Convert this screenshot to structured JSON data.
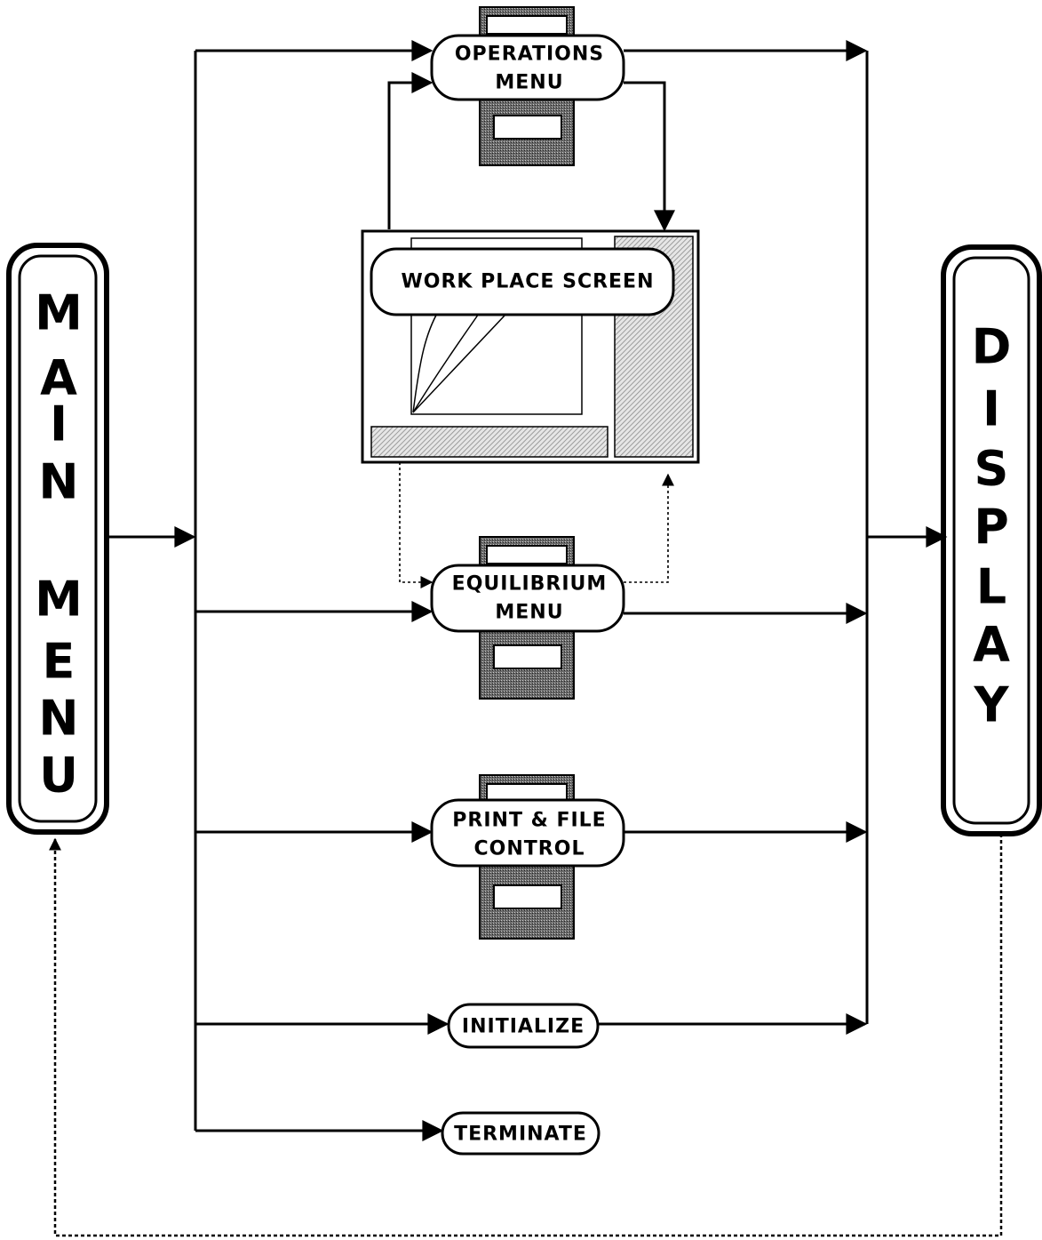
{
  "main_menu": {
    "letters": [
      "M",
      "A",
      "I",
      "N",
      "M",
      "E",
      "N",
      "U"
    ]
  },
  "display": {
    "letters": [
      "D",
      "I",
      "S",
      "P",
      "L",
      "A",
      "Y"
    ]
  },
  "nodes": {
    "operations_menu": {
      "line1": "OPERATIONS",
      "line2": "MENU"
    },
    "work_place_screen": {
      "label": "WORK PLACE SCREEN"
    },
    "equilibrium_menu": {
      "line1": "EQUILIBRIUM",
      "line2": "MENU"
    },
    "print_file_control": {
      "line1": "PRINT & FILE",
      "line2": "CONTROL"
    },
    "initialize": {
      "label": "INITIALIZE"
    },
    "terminate": {
      "label": "TERMINATE"
    }
  },
  "colors": {
    "ink": "#000000",
    "paper": "#ffffff",
    "shade": "#555555",
    "hatch": "#9a9a9a"
  }
}
